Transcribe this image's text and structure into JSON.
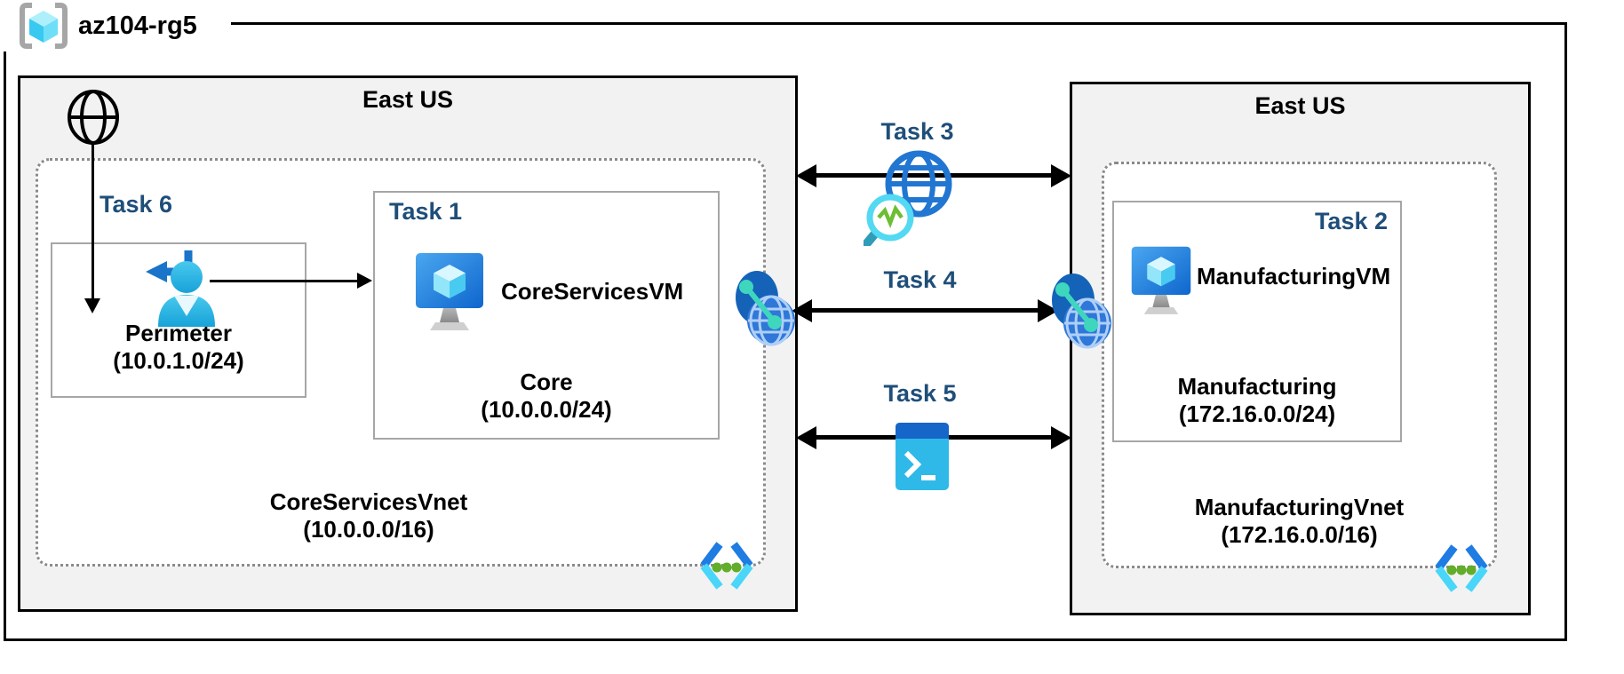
{
  "diagram": {
    "resource_group_label": "az104-rg5",
    "left_region": {
      "label": "East US",
      "vnet_name": "CoreServicesVnet",
      "vnet_cidr": "(10.0.0.0/16)",
      "perimeter_subnet": {
        "task_label": "Task 6",
        "name": "Perimeter",
        "cidr": "(10.0.1.0/24)"
      },
      "core_subnet": {
        "task_label": "Task 1",
        "vm_name": "CoreServicesVM",
        "name": "Core",
        "cidr": "(10.0.0.0/24)"
      }
    },
    "right_region": {
      "label": "East US",
      "vnet_name": "ManufacturingVnet",
      "vnet_cidr": "(172.16.0.0/16)",
      "manufacturing_subnet": {
        "task_label": "Task 2",
        "vm_name": "ManufacturingVM",
        "name": "Manufacturing",
        "cidr": "(172.16.0.0/24)"
      }
    },
    "connections": {
      "task3_label": "Task 3",
      "task4_label": "Task 4",
      "task5_label": "Task 5"
    },
    "icons": {
      "resource_group": "resource-group-brackets-cube",
      "internet": "globe-wireframe",
      "perimeter_user": "user-with-return-arrow",
      "virtual_machine": "monitor-with-cube",
      "vnet_peering": "globe-with-link-dots",
      "network_watcher": "globe-with-magnifier-pulse",
      "cloud_shell": "terminal-window-prompt",
      "virtual_network": "angle-brackets-green-dots"
    },
    "colors": {
      "task_label_blue": "#1f4e79",
      "region_fill": "#f2f2f2",
      "border_black": "#000000",
      "subnet_border_gray": "#a6a6a6",
      "vnet_dotted_gray": "#8a8a8a",
      "azure_blue": "#0e66cd",
      "cyan": "#35c0ec",
      "teal": "#3fd6be",
      "green": "#62ad29"
    }
  }
}
